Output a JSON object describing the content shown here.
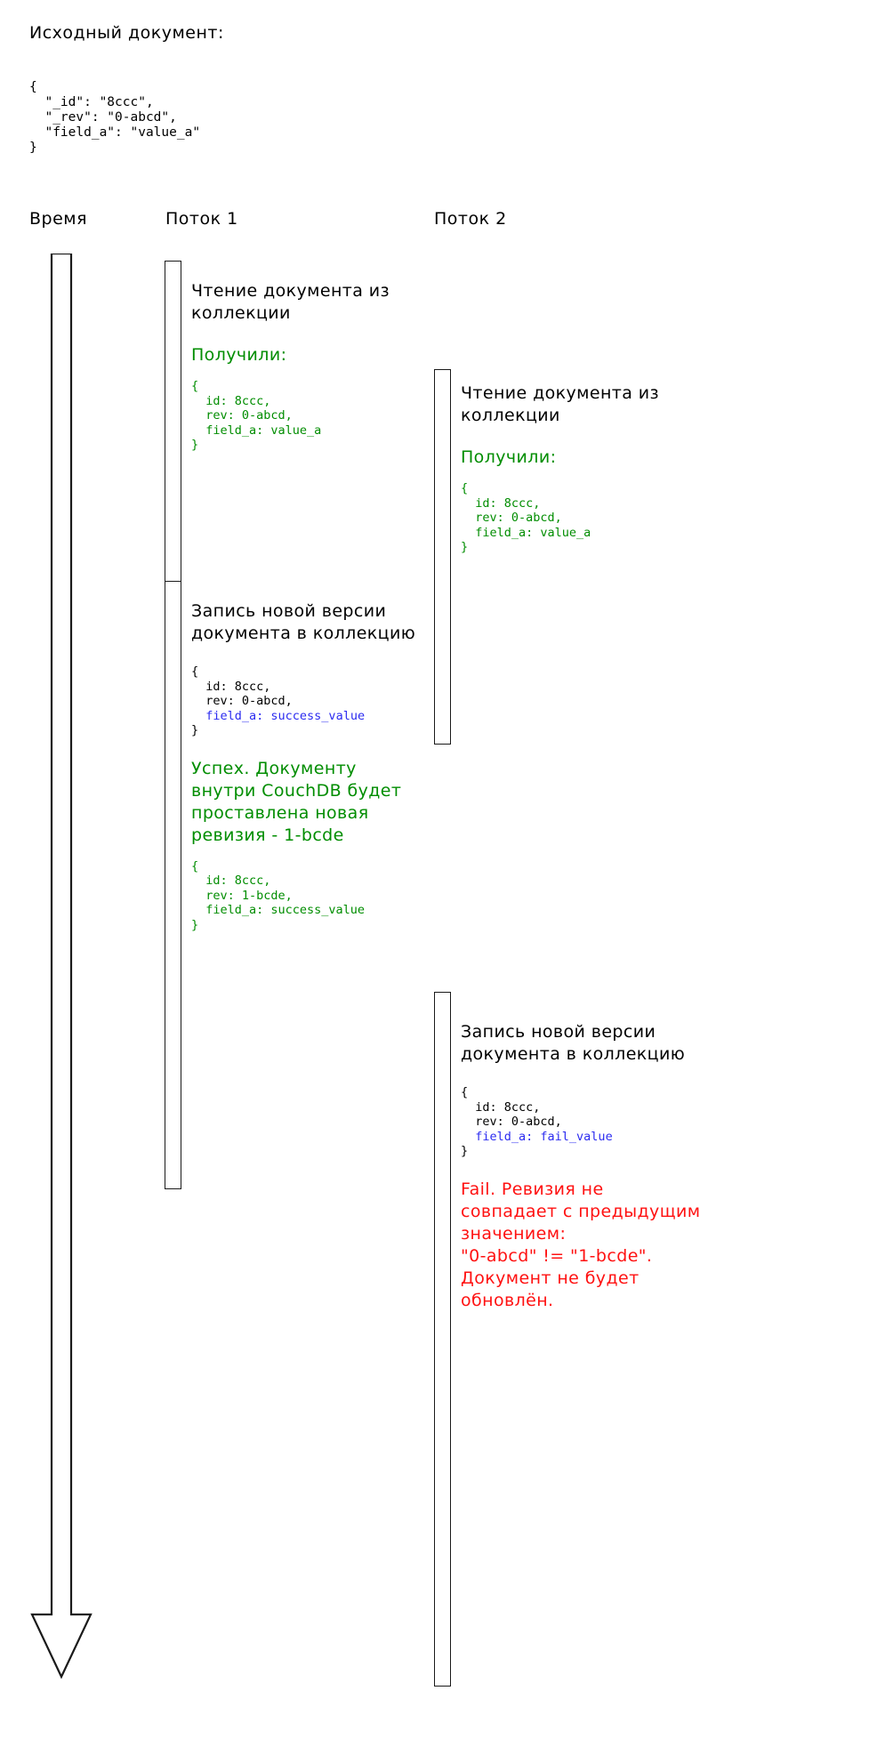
{
  "intro": {
    "title": "Исходный документ:",
    "json": "{\n  \"_id\": \"8ccc\",\n  \"_rev\": \"0-abcd\",\n  \"field_a\": \"value_a\"\n}"
  },
  "columns": {
    "time": "Время",
    "thread1": "Поток 1",
    "thread2": "Поток 2"
  },
  "colors": {
    "green": "#008d00",
    "red": "#ff1111",
    "blue": "#2b2bf0",
    "outline": "#1a1a1a"
  },
  "thread1": {
    "block1": {
      "title": "Чтение документа из\nколлекции",
      "status": "Получили:",
      "code_plain": "{\n  id: 8ccc,\n  rev: 0-abcd,\n  field_a: value_a\n}"
    },
    "block2": {
      "title": "Запись новой версии\nдокумента в коллекцию",
      "code_pre": "{\n  id: 8ccc,\n  rev: 0-abcd,\n  ",
      "code_hl": "field_a: success_value",
      "code_post": "\n}",
      "status": "Успех. Документу\nвнутри CouchDB будет\nпроставлена новая\nревизия - 1-bcde",
      "code_result": "{\n  id: 8ccc,\n  rev: 1-bcde,\n  field_a: success_value\n}"
    }
  },
  "thread2": {
    "block1": {
      "title": "Чтение документа из\nколлекции",
      "status": "Получили:",
      "code_plain": "{\n  id: 8ccc,\n  rev: 0-abcd,\n  field_a: value_a\n}"
    },
    "block2": {
      "title": "Запись новой версии\nдокумента в коллекцию",
      "code_pre": "{\n  id: 8ccc,\n  rev: 0-abcd,\n  ",
      "code_hl": "field_a: fail_value",
      "code_post": "\n}",
      "status": "Fail. Ревизия не\nсовпадает с предыдущим\nзначением:\n\"0-abcd\" != \"1-bcde\".\nДокумент не будет\nобновлён."
    }
  }
}
